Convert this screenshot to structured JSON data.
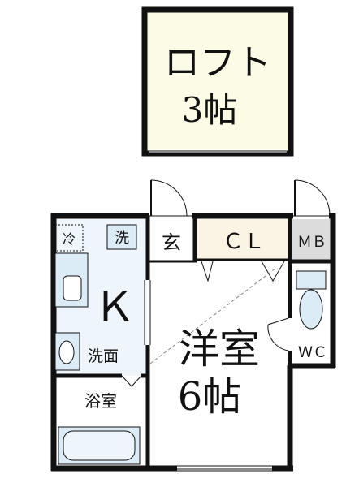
{
  "colors": {
    "wall": "#111111",
    "loft_fill": "#fbfbe6",
    "cl_fill": "#fbf3e3",
    "mb_fill": "#dcdcdc",
    "wet_fill": "#eef5fb",
    "fixture_fill": "#dcecf6",
    "floor_fill": "#ffffff"
  },
  "rooms": {
    "loft": {
      "name": "ロフト",
      "size": "3帖"
    },
    "genkan": {
      "name": "玄"
    },
    "closet": {
      "name": "ＣＬ"
    },
    "meter_box": {
      "name": "ＭＢ"
    },
    "kitchen": {
      "name": "Ｋ"
    },
    "fridge": {
      "name": "冷"
    },
    "washer": {
      "name": "洗"
    },
    "washroom": {
      "name": "洗面"
    },
    "bath": {
      "name": "浴室"
    },
    "toilet": {
      "name": "ＷＣ"
    },
    "western": {
      "name": "洋室",
      "size": "6帖"
    }
  }
}
